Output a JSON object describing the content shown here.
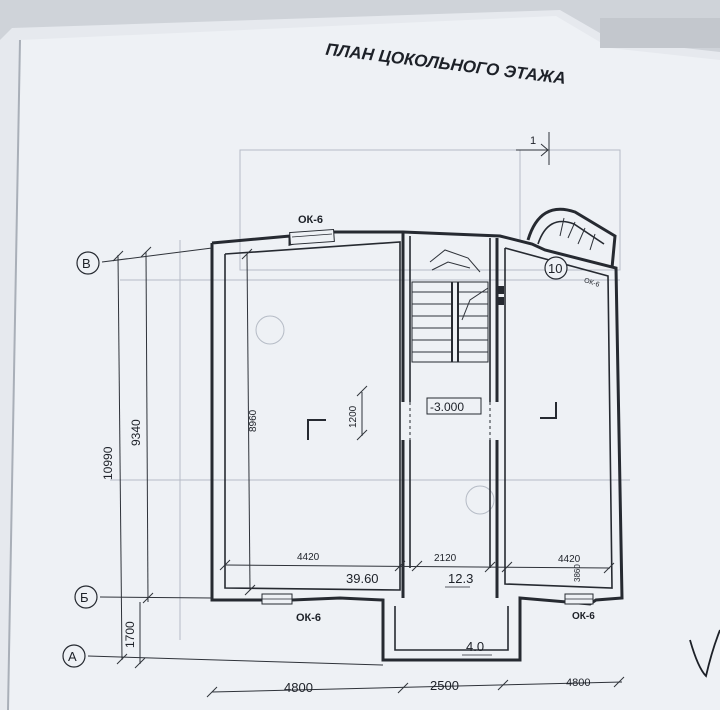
{
  "title": "ПЛАН ЦОКОЛЬНОГО ЭТАЖА",
  "section_mark": "1",
  "window_labels": [
    "ОК-6",
    "ОК-6",
    "ОК-6",
    "ОК-6"
  ],
  "axes": {
    "v": "В",
    "b": "Б",
    "a": "А"
  },
  "room_numbers": {
    "main": "10"
  },
  "level_mark": "-3.000",
  "areas": {
    "left_room": "39.60",
    "corridor": "12.3",
    "vestibule": "4.0"
  },
  "dimensions": {
    "d10990": "10990",
    "d9340": "9340",
    "d1700": "1700",
    "d8960": "8960",
    "d1200": "1200",
    "d4420_left": "4420",
    "d2120": "2120",
    "d4420_right": "4420",
    "d3860": "3860",
    "d4800_left": "4800",
    "d2500": "2500",
    "d4800_right": "4800"
  },
  "colors": {
    "paper": "#eef1f5",
    "ink": "#262a31",
    "shadow": "#c9ced6"
  }
}
